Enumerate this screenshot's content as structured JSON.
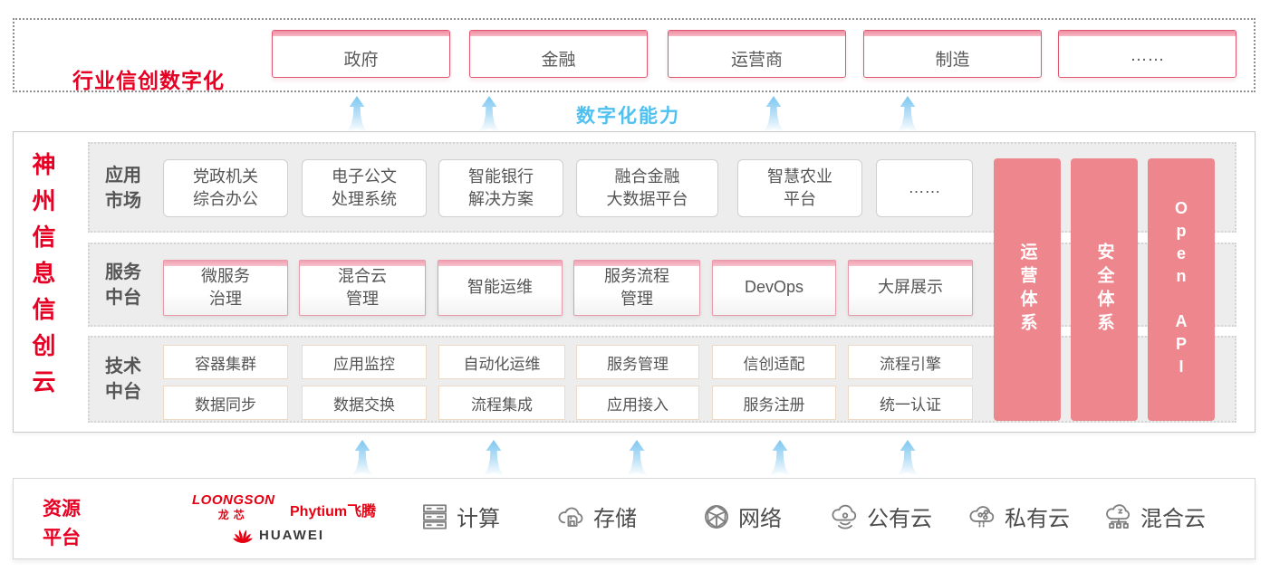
{
  "colors": {
    "accent_red": "#e60023",
    "logo_red": "#e60012",
    "pink_bar": "#ee868d",
    "blue": "#4fc0ef"
  },
  "top_section": {
    "title": "行业信创数字化",
    "industries": [
      "政府",
      "金融",
      "运营商",
      "制造",
      "……"
    ]
  },
  "digital_capability_label": "数字化能力",
  "platform": {
    "vertical_title": "神州信息信创云",
    "app_row": {
      "label": "应用\n市场",
      "items": [
        "党政机关\n综合办公",
        "电子公文\n处理系统",
        "智能银行\n解决方案",
        "融合金融\n大数据平台",
        "智慧农业\n平台",
        "……"
      ]
    },
    "service_row": {
      "label": "服务\n中台",
      "items": [
        "微服务\n治理",
        "混合云\n管理",
        "智能运维",
        "服务流程\n管理",
        "DevOps",
        "大屏展示"
      ]
    },
    "tech_row": {
      "label": "技术\n中台",
      "items_top": [
        "容器集群",
        "应用监控",
        "自动化运维",
        "服务管理",
        "信创适配",
        "流程引擎"
      ],
      "items_bottom": [
        "数据同步",
        "数据交换",
        "流程集成",
        "应用接入",
        "服务注册",
        "统一认证"
      ]
    },
    "right_bars": [
      "运营体系",
      "安全体系",
      "Open API"
    ]
  },
  "resources": {
    "label": "资源\n平台",
    "vendors": {
      "loongson": "LOONGSON",
      "loongson_sub": "龙芯",
      "phytium": "Phytium飞腾",
      "huawei": "HUAWEI"
    },
    "items": [
      {
        "icon": "compute-icon",
        "label": "计算"
      },
      {
        "icon": "storage-icon",
        "label": "存储"
      },
      {
        "icon": "network-icon",
        "label": "网络"
      },
      {
        "icon": "public-cloud-icon",
        "label": "公有云"
      },
      {
        "icon": "private-cloud-icon",
        "label": "私有云"
      },
      {
        "icon": "hybrid-cloud-icon",
        "label": "混合云"
      }
    ]
  }
}
